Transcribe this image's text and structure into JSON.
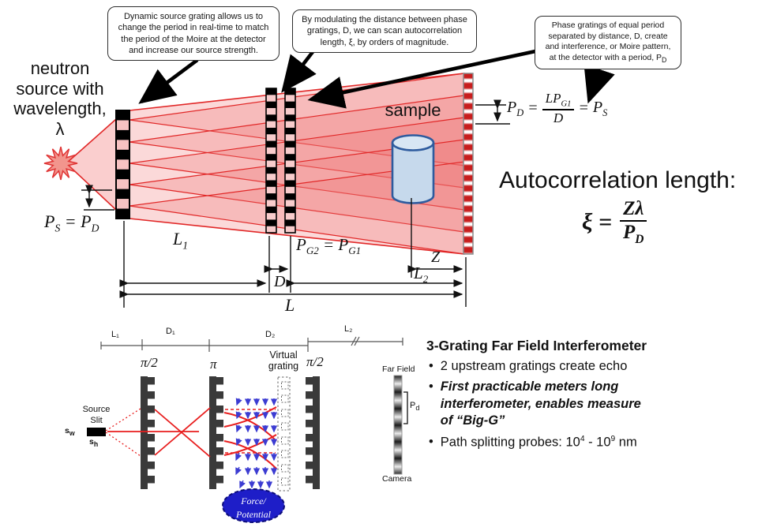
{
  "callouts": {
    "c1": "Dynamic source grating allows us to change the period in real-time to match the period of the Moire at the detector and increase our source strength.",
    "c2": "By modulating the distance between phase gratings, D, we can scan autocorrelation length, ξ, by orders of magnitude.",
    "c3_text": "Phase gratings of equal period separated by distance, D, create and interference, or Moire pattern, at the detector with a period, P",
    "c3_sub": "D"
  },
  "top": {
    "source_lines": [
      "neutron",
      "source with",
      "wavelength,",
      "λ"
    ],
    "sample": "sample",
    "ps_pd": {
      "p1": "P",
      "s1": "S",
      "eq": " = ",
      "p2": "P",
      "s2": "D"
    },
    "pg": {
      "p1": "P",
      "s1": "G2",
      "eq": " = ",
      "p2": "P",
      "s2": "G1"
    },
    "dim_labels": {
      "L1b": "L",
      "L1s": "1",
      "L2b": "L",
      "L2s": "2",
      "D": "D",
      "L": "L",
      "Z": "Z"
    },
    "pd_formula": {
      "lhs": "P",
      "lhs_sub": "D",
      "eq1": "=",
      "num": "LP",
      "num_sub": "G1",
      "den": "D",
      "eq2": "=",
      "rhs": "P",
      "rhs_sub": "S"
    },
    "autocorr_title": "Autocorrelation length:",
    "xi": {
      "lhs": "ξ =",
      "num": "Zλ",
      "den": "P",
      "den_sub": "D"
    }
  },
  "bottom": {
    "dims": [
      "L₁",
      "D₁",
      "D₂",
      "L₂"
    ],
    "g1": "π/2",
    "g2": "π",
    "vg1": "Virtual",
    "vg2": "grating",
    "g3": "π/2",
    "far_field": "Far Field",
    "camera": "Camera",
    "pd_b": "P",
    "pd_s": "d",
    "source1": "Source",
    "source2": "Slit",
    "sw_b": "s",
    "sw_s": "w",
    "sh_b": "s",
    "sh_s": "h",
    "blob1": "Force/",
    "blob2": "Potential"
  },
  "notes": {
    "heading": "3-Grating Far Field Interferometer",
    "bullet_char": "•",
    "b1": "2 upstream gratings create echo",
    "b2_l1": "First practicable meters long",
    "b2_l2": "interferometer, enables measure",
    "b2_l3": "of “Big-G”",
    "b3": {
      "pre": "Path splitting probes: 10",
      "sup1": "4",
      "mid": " - 10",
      "sup2": "9",
      "post": " nm"
    }
  },
  "colors": {
    "beam_fill": "#f5a6a6",
    "beam_line": "#e12727",
    "detector_red": "#c81d1d",
    "cylinder_fill": "#c6d9ec",
    "cylinder_stroke": "#2e5b9e",
    "blue_arrow": "#3c3cd2",
    "blob_blue": "#1e1ec8",
    "grating_dark": "#3a3a3a"
  }
}
